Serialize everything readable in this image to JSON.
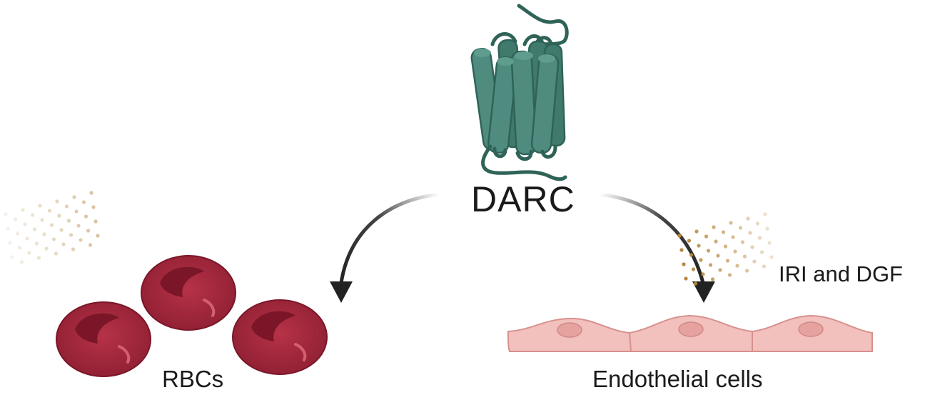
{
  "labels": {
    "receptor": "DARC",
    "left_target": "RBCs",
    "right_target": "Endothelial cells",
    "outcome": "IRI and DGF"
  },
  "colors": {
    "receptor": "#4d8a7d",
    "receptor_dark": "#2f6358",
    "rbc": "#a3283c",
    "rbc_inner": "#7a1628",
    "endothelial": "#f2c0bd",
    "endothelial_edge": "#d7918e",
    "nucleus": "#e5a29f",
    "dots_left": "#d9c4a0",
    "dots_right": "#b8863e",
    "arrow": "#222222"
  }
}
